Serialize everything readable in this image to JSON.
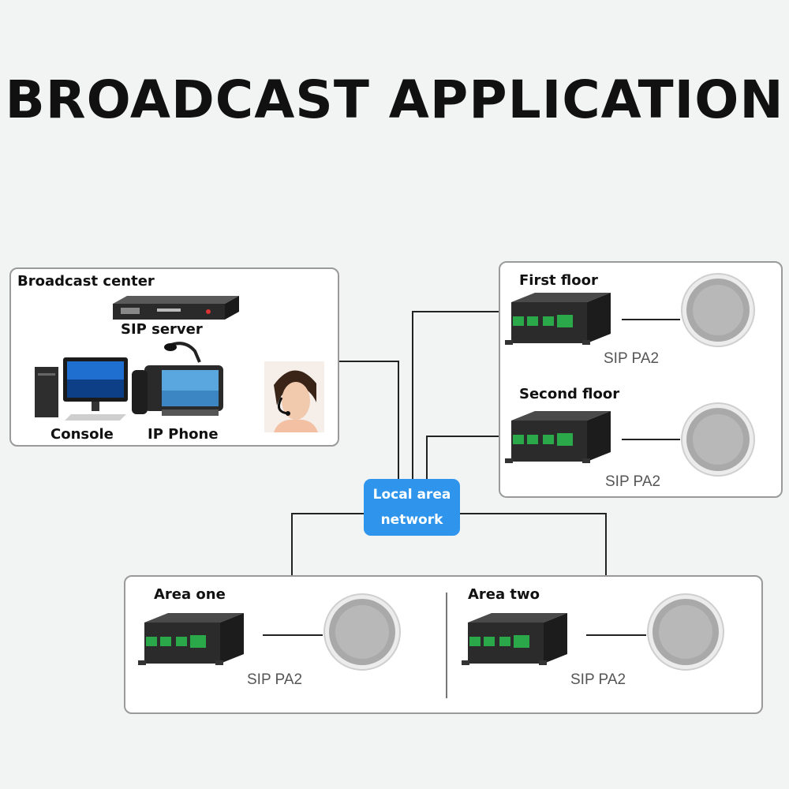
{
  "title": "BROADCAST APPLICATION",
  "broadcast_center": {
    "heading": "Broadcast center",
    "sip_server_label": "SIP server",
    "console_label": "Console",
    "ip_phone_label": "IP Phone"
  },
  "lan": {
    "line1": "Local area",
    "line2": "network"
  },
  "floors": [
    {
      "label": "First floor",
      "device": "SIP PA2"
    },
    {
      "label": "Second floor",
      "device": "SIP PA2"
    }
  ],
  "areas": [
    {
      "label": "Area one",
      "device": "SIP PA2"
    },
    {
      "label": "Area two",
      "device": "SIP PA2"
    }
  ],
  "icons": [
    "server-icon",
    "computer-icon",
    "ip-phone-icon",
    "operator-icon",
    "amplifier-icon",
    "ceiling-speaker-icon"
  ],
  "colors": {
    "lan_fill": "#2f95ec",
    "panel_border": "#9a9a9a",
    "wire": "#222222"
  }
}
